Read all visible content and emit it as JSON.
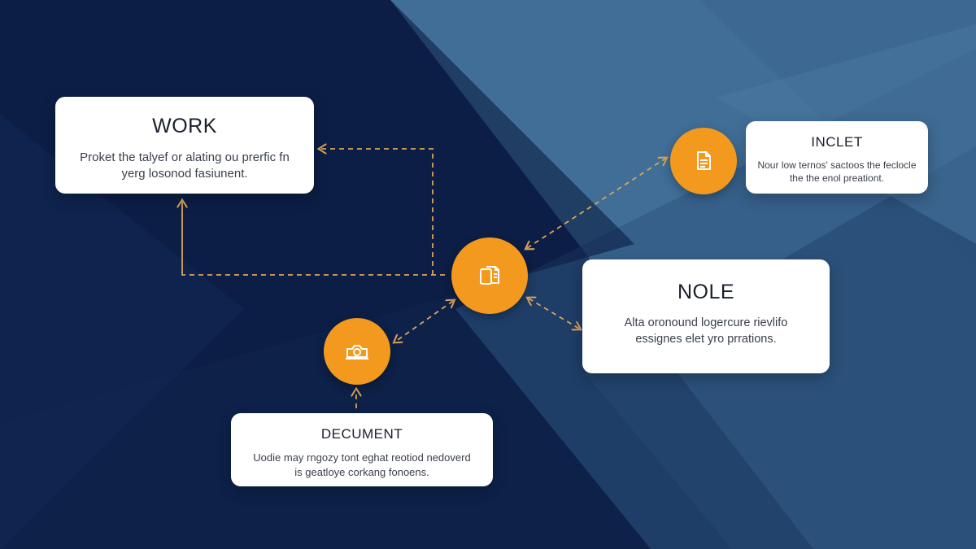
{
  "colors": {
    "background_dark": "#0d2149",
    "background_light": "#3c6690",
    "node": "#f39a1e",
    "connector": "#d9a45a",
    "card": "#ffffff"
  },
  "cards": {
    "work": {
      "title": "WORK",
      "desc": "Proket the talyef or alating ou prerfic fn yerg losonod fasiunent."
    },
    "inclet": {
      "title": "INCLET",
      "desc": "Nour low ternos' sactoos the feclocle the the enol preationt."
    },
    "nole": {
      "title": "NOLE",
      "desc": "Alta oronound logercure rievlifo essignes elet yro prrations."
    },
    "decument": {
      "title": "DECUMENT",
      "desc": "Uodie may rngozy tont eghat reotiod nedoverd is geatloye corkang fonoens."
    }
  },
  "nodes": {
    "center": {
      "icon": "documents-icon"
    },
    "inclet": {
      "icon": "document-icon"
    },
    "decument": {
      "icon": "camera-icon"
    }
  }
}
